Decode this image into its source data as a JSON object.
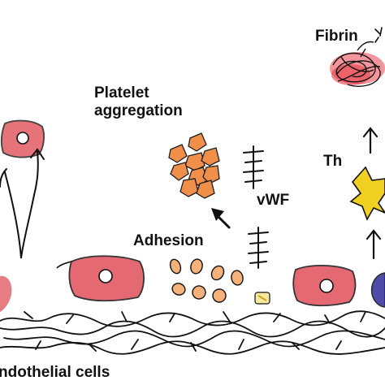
{
  "labels": {
    "fibrin": "Fibrin",
    "platelet_aggregation_line1": "Platelet",
    "platelet_aggregation_line2": "aggregation",
    "thrombin": "Th",
    "vwf": "vWF",
    "adhesion": "Adhesion",
    "endothelial_cells": "ndothelial cells"
  },
  "colors": {
    "ink": "#111111",
    "endothelial_fill": "#e0505a",
    "platelet_fill": "#f08a40",
    "adhesion_platelet_fill": "#f4b27a",
    "fibrin_fill": "#e8404a",
    "thrombin_star": "#f0d020",
    "blue_cell": "#3a3aa0"
  }
}
